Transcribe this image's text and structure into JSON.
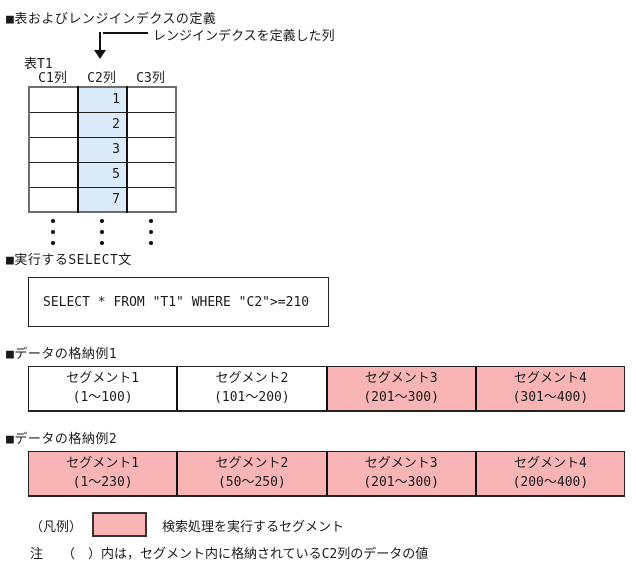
{
  "diagram": {
    "section_table": {
      "title": "■表およびレンジインデクスの定義",
      "callout": "レンジインデクスを定義した列",
      "table_name": "表T1",
      "column_headers": [
        "C1列",
        "C2列",
        "C3列"
      ],
      "c2_values": [
        "1",
        "2",
        "3",
        "5",
        "7"
      ]
    },
    "section_select": {
      "title": "■実行するSELECT文",
      "sql": "SELECT * FROM \"T1\" WHERE \"C2\">=210"
    },
    "section_example1": {
      "title": "■データの格納例1",
      "segments": [
        {
          "name": "セグメント1",
          "range": "(1～100)",
          "highlighted": false
        },
        {
          "name": "セグメント2",
          "range": "(101～200)",
          "highlighted": false
        },
        {
          "name": "セグメント3",
          "range": "(201～300)",
          "highlighted": true
        },
        {
          "name": "セグメント4",
          "range": "(301～400)",
          "highlighted": true
        }
      ]
    },
    "section_example2": {
      "title": "■データの格納例2",
      "segments": [
        {
          "name": "セグメント1",
          "range": "(1～230)",
          "highlighted": true
        },
        {
          "name": "セグメント2",
          "range": "(50～250)",
          "highlighted": true
        },
        {
          "name": "セグメント3",
          "range": "(201～300)",
          "highlighted": true
        },
        {
          "name": "セグメント4",
          "range": "(200～400)",
          "highlighted": true
        }
      ]
    },
    "legend": {
      "label": "（凡例）",
      "swatch_meaning": "検索処理を実行するセグメント"
    },
    "note": {
      "label": "注",
      "text": "（　）内は，セグメント内に格納されているC2列のデータの値"
    },
    "colors": {
      "highlight_pink": "#f9b5b5",
      "index_column_blue": "#dcebfa"
    }
  }
}
